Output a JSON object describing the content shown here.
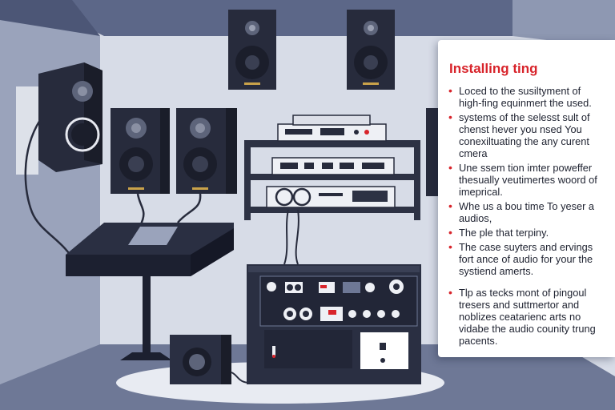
{
  "panel": {
    "title": "Installing ting",
    "items": [
      "Loced to the susiltyment of high-fing equinmert the used.",
      "systems of the selesst sult of chenst hever you nsed You conexiltuating the any curent cmera",
      "Une ssem tion imter poweffer thesually veutimertes woord of imeprical.",
      "Whe us a bou time To yeser a audios,",
      "The ple that terpiny.",
      "The case suyters and ervings fort ance of audio for your the systiend amerts.",
      "Tlp as tecks mont of pingoul tresers and suttmertor and noblizes ceatarienc arts no vidabe the audio counity trung pacents."
    ]
  },
  "colors": {
    "accent": "#d8242b",
    "equipment": "#272b3c",
    "wall": "#dfe3ec",
    "ceiling": "#5c6788"
  },
  "icons": [
    "speaker",
    "rack-equipment",
    "mixing-desk",
    "subwoofer",
    "power-amplifier"
  ]
}
